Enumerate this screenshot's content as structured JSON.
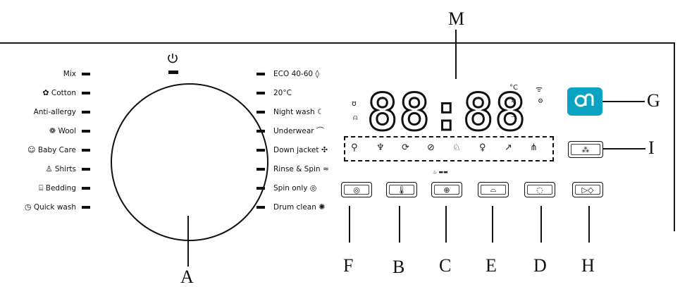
{
  "programs_left": [
    {
      "label": "Mix",
      "icon": ""
    },
    {
      "label": "Cotton",
      "icon": "cotton-icon"
    },
    {
      "label": "Anti-allergy",
      "icon": ""
    },
    {
      "label": "Wool",
      "icon": "wool-icon"
    },
    {
      "label": "Baby Care",
      "icon": "baby-care-icon"
    },
    {
      "label": "Shirts",
      "icon": "shirt-icon"
    },
    {
      "label": "Bedding",
      "icon": "bedding-icon"
    },
    {
      "label": "Quick wash",
      "icon": "quick-wash-icon"
    }
  ],
  "programs_right": [
    {
      "label": "ECO 40-60",
      "icon": "eco-icon"
    },
    {
      "label": "20°C",
      "icon": ""
    },
    {
      "label": "Night wash",
      "icon": "moon-icon"
    },
    {
      "label": "Underwear",
      "icon": "underwear-icon"
    },
    {
      "label": "Down jacket",
      "icon": "down-jacket-icon"
    },
    {
      "label": "Rinse & Spin",
      "icon": "rinse-spin-icon"
    },
    {
      "label": "Spin only",
      "icon": "spin-icon"
    },
    {
      "label": "Drum clean",
      "icon": "drum-clean-icon"
    }
  ],
  "display": {
    "digits": "88:88",
    "unit": "°C"
  },
  "callouts": {
    "M": "M",
    "G": "G",
    "I": "I",
    "A": "A",
    "F": "F",
    "B": "B",
    "C": "C",
    "E": "E",
    "D": "D",
    "H": "H"
  },
  "icons": {
    "power": "power-icon",
    "wifi_button": "wifi-button-icon",
    "steam_button": "steam-button-icon",
    "option_icons": [
      "prewash-icon",
      "stain-icon",
      "speed-icon",
      "extra-rinse-icon",
      "hygiene-icon",
      "wine-glass-icon",
      "quick-icon",
      "crease-icon"
    ],
    "buttons": [
      "delay-button-icon",
      "temperature-button-icon",
      "rinse-button-icon",
      "spin-button-icon",
      "lock-button-icon",
      "start-pause-button-icon"
    ]
  },
  "colors": {
    "wifi_button": "#0aa3c2",
    "line": "#111111"
  }
}
